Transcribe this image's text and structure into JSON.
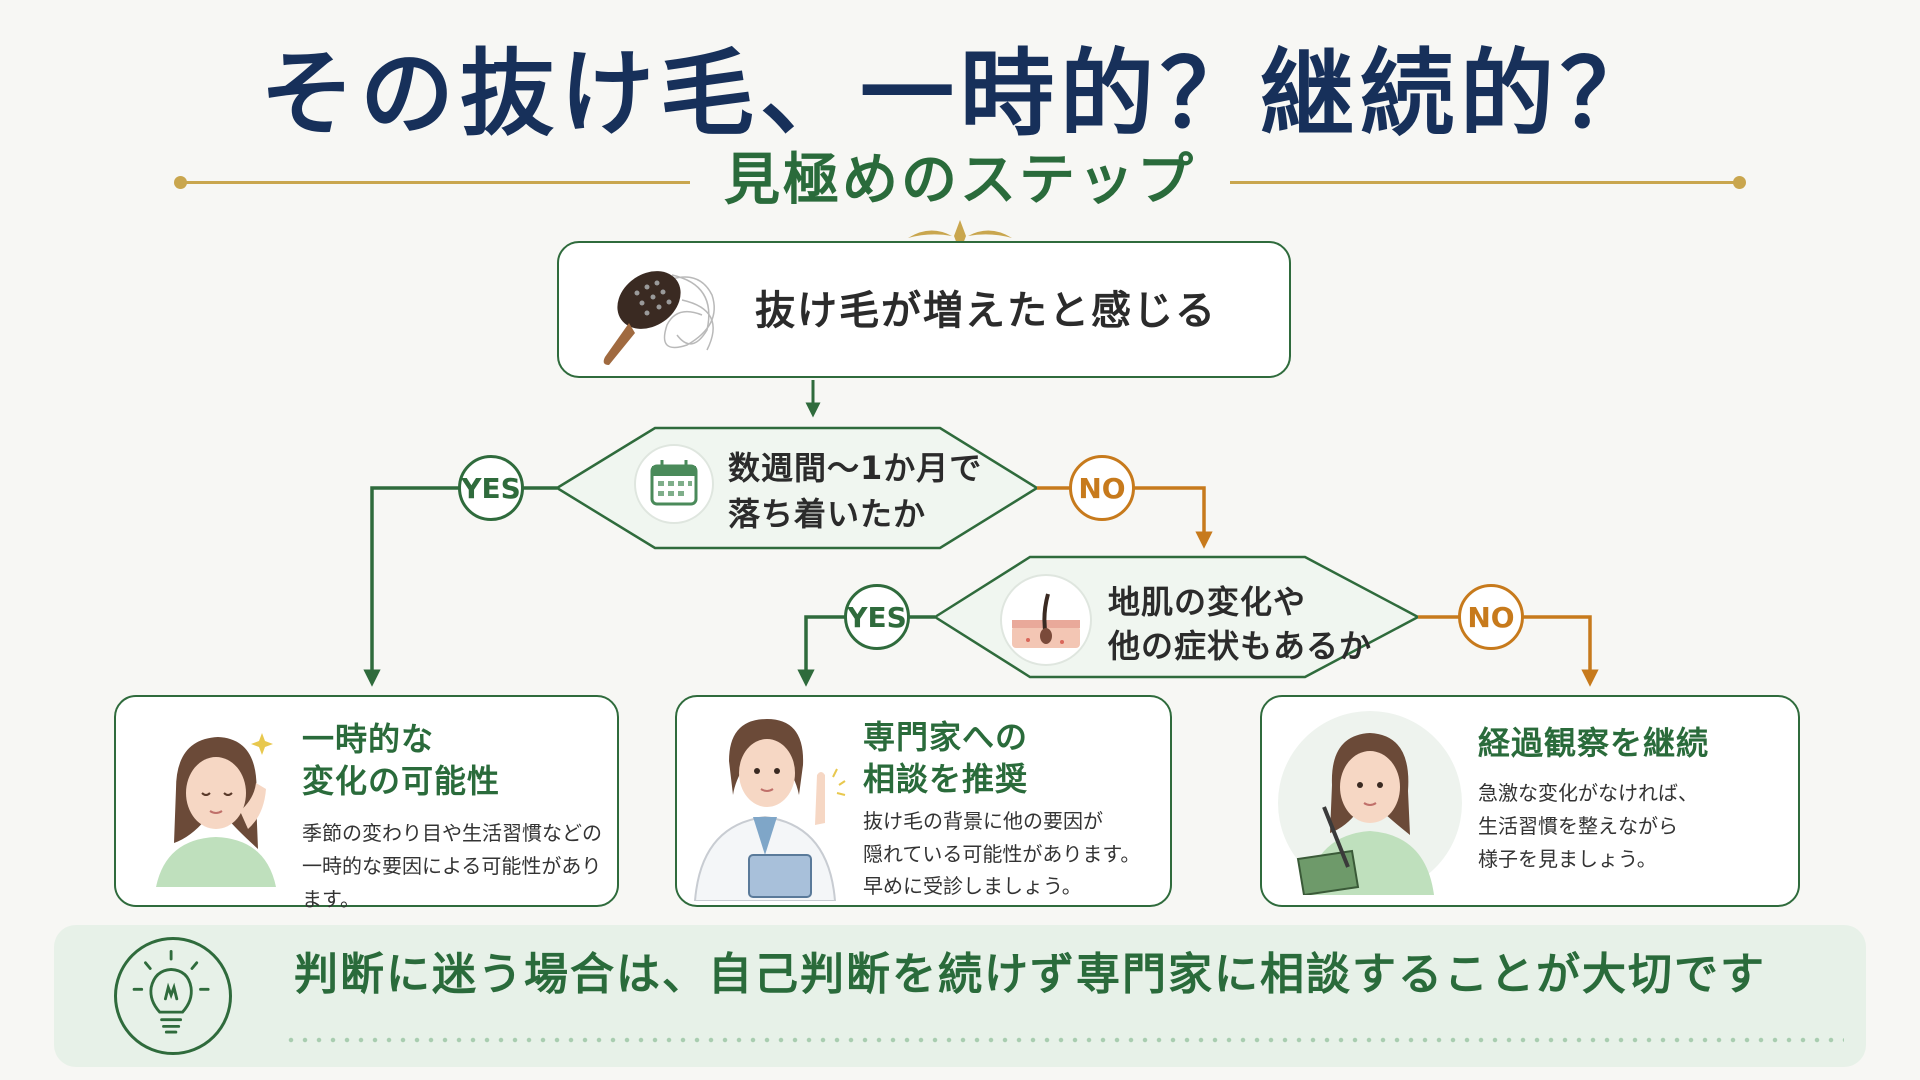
{
  "header": {
    "title": "その抜け毛、一時的？継続的？",
    "subtitle": "見極めのステップ"
  },
  "start": {
    "text": "抜け毛が増えたと感じる",
    "icon": "hairbrush-icon"
  },
  "decision1": {
    "line1": "数週間〜1か月で",
    "line2": "落ち着いたか",
    "icon": "calendar-icon",
    "yes_label": "YES",
    "no_label": "NO"
  },
  "decision2": {
    "line1": "地肌の変化や",
    "line2": "他の症状もあるか",
    "icon": "hair-follicle-icon",
    "yes_label": "YES",
    "no_label": "NO"
  },
  "cards": [
    {
      "title1": "一時的な",
      "title2": "変化の可能性",
      "desc1": "季節の変わり目や生活習慣などの",
      "desc2": "一時的な要因による可能性があります。",
      "desc3": "",
      "icon": "woman-touching-hair-icon"
    },
    {
      "title1": "専門家への",
      "title2": "相談を推奨",
      "desc1": "抜け毛の背景に他の要因が",
      "desc2": "隠れている可能性があります。",
      "desc3": "早めに受診しましょう。",
      "icon": "doctor-icon"
    },
    {
      "title1": "経過観察を継続",
      "title2": "",
      "desc1": "急激な変化がなければ、",
      "desc2": "生活習慣を整えながら",
      "desc3": "様子を見ましょう。",
      "icon": "woman-writing-notebook-icon"
    }
  ],
  "banner": {
    "text": "判断に迷う場合は、自己判断を続けず専門家に相談することが大切です",
    "icon": "lightbulb-icon"
  },
  "colors": {
    "title": "#17305a",
    "green": "#2f6b3c",
    "orange": "#c77a1c",
    "gold": "#c9a64e",
    "banner_bg": "#e7f1e8"
  }
}
